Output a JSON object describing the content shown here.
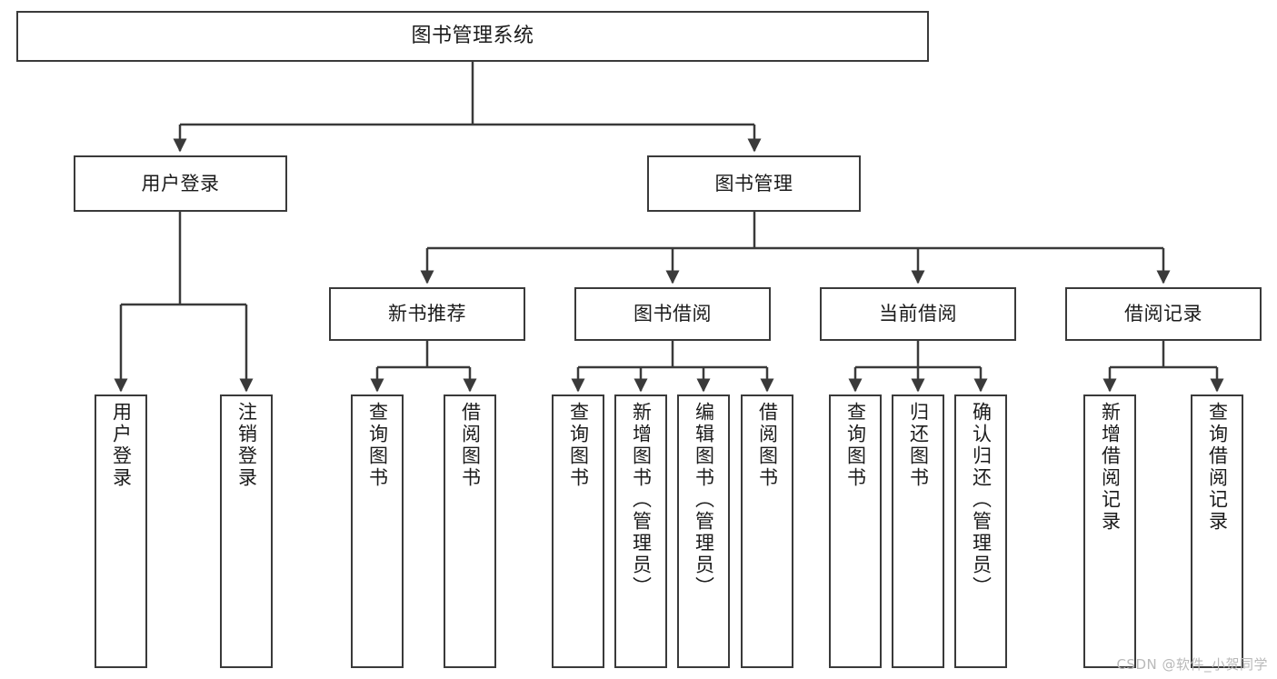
{
  "diagram": {
    "title": "图书管理系统",
    "type": "hierarchy-tree",
    "colors": {
      "background": "#ffffff",
      "box_border": "#3a3a3a",
      "box_fill": "#ffffff",
      "connector": "#3a3a3a",
      "text": "#1b1b1b",
      "watermark": "#b9b9b9"
    },
    "root": {
      "label": "图书管理系统"
    },
    "level2": [
      {
        "label": "用户登录"
      },
      {
        "label": "图书管理"
      }
    ],
    "level3": [
      {
        "label": "新书推荐"
      },
      {
        "label": "图书借阅"
      },
      {
        "label": "当前借阅"
      },
      {
        "label": "借阅记录"
      }
    ],
    "leaves": {
      "user_login": [
        {
          "label": "用户登录"
        },
        {
          "label": "注销登录"
        }
      ],
      "new_book_recommend": [
        {
          "label": "查询图书"
        },
        {
          "label": "借阅图书"
        }
      ],
      "book_borrow": [
        {
          "label": "查询图书"
        },
        {
          "label": "新增图书（管理员）"
        },
        {
          "label": "编辑图书（管理员）"
        },
        {
          "label": "借阅图书"
        }
      ],
      "current_borrow": [
        {
          "label": "查询图书"
        },
        {
          "label": "归还图书"
        },
        {
          "label": "确认归还（管理员）"
        }
      ],
      "borrow_record": [
        {
          "label": "新增借阅记录"
        },
        {
          "label": "查询借阅记录"
        }
      ]
    },
    "watermark": "CSDN @软件_小贺同学"
  }
}
